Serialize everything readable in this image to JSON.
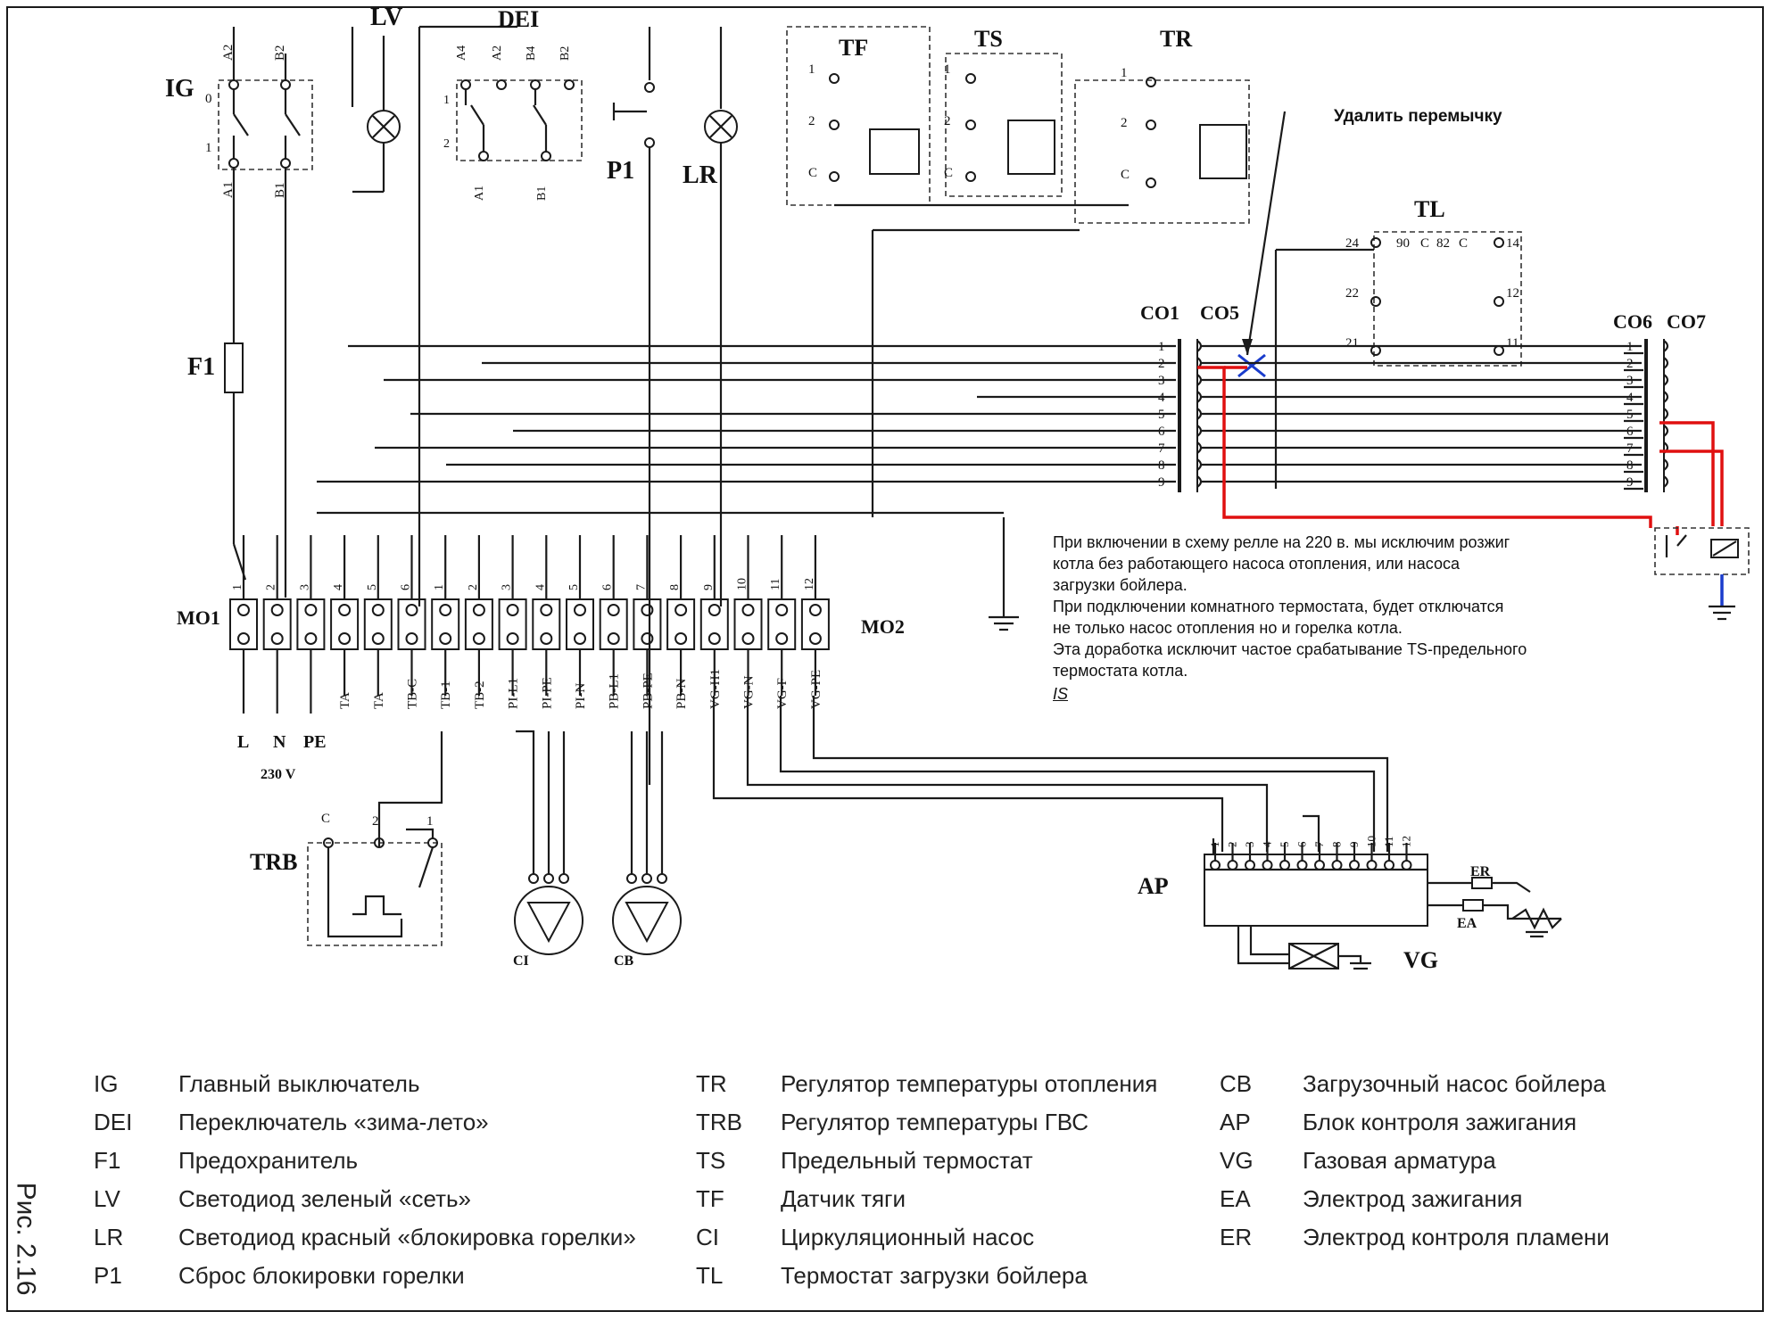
{
  "components": {
    "IG": "IG",
    "LV": "LV",
    "DEI": "DEI",
    "P1": "P1",
    "LR": "LR",
    "TF": "TF",
    "TS": "TS",
    "TR": "TR",
    "TL": "TL",
    "F1": "F1",
    "MO1": "MO1",
    "MO2": "MO2",
    "TRB": "TRB",
    "AP": "AP",
    "VG": "VG",
    "ER": "ER",
    "EA": "EA",
    "CI": "CI",
    "CB": "CB",
    "CO1": "CO1",
    "CO5": "CO5",
    "CO6": "CO6",
    "CO7": "CO7"
  },
  "ig_pins": [
    "A2",
    "B2",
    "A1",
    "B1",
    "0",
    "1"
  ],
  "dei_pins": [
    "A4",
    "A2",
    "B4",
    "B2",
    "A1",
    "B1",
    "1",
    "2"
  ],
  "thermostat_pins": [
    "1",
    "2",
    "C"
  ],
  "tl_pins": [
    "24",
    "90",
    "C",
    "82",
    "C",
    "14",
    "22",
    "12",
    "21",
    "11"
  ],
  "connector_pins": [
    "1",
    "2",
    "3",
    "4",
    "5",
    "6",
    "7",
    "8",
    "9"
  ],
  "terminal_numbers": [
    "1",
    "2",
    "3",
    "4",
    "5",
    "6",
    "7",
    "8",
    "9",
    "10",
    "11",
    "12"
  ],
  "terminal_labels": [
    "TA",
    "TA",
    "TB-C",
    "TB-1",
    "TB-2",
    "PI-L1",
    "PI-PE",
    "PI-N",
    "PB-L1",
    "PB-PE",
    "PB-N",
    "VG-H1",
    "VG-N",
    "VG-F",
    "VG-PE"
  ],
  "supply_labels": [
    "L",
    "N",
    "PE"
  ],
  "supply_voltage": "230 V",
  "trb_pins": [
    "C",
    "2",
    "1"
  ],
  "ap_pins": [
    "1",
    "2",
    "3",
    "4",
    "5",
    "6",
    "7",
    "8",
    "9",
    "10",
    "11",
    "12"
  ],
  "annotation_jumper": "Удалить перемычку",
  "note": {
    "lines": [
      "При включении в схему релле на 220 в. мы исключим розжиг",
      "котла без работающего насоса отопления, или насоса",
      "загрузки бойлера.",
      "При подключении комнатного термостата, будет отключатся",
      "не только насос отопления но и горелка котла.",
      "Эта доработка исключит частое срабатывание TS-предельного",
      "термостата котла."
    ],
    "signature": "IS"
  },
  "legend": [
    [
      {
        "code": "IG",
        "desc": "Главный выключатель"
      },
      {
        "code": "DEI",
        "desc": "Переключатель «зима-лето»"
      },
      {
        "code": "F1",
        "desc": "Предохранитель"
      },
      {
        "code": "LV",
        "desc": "Светодиод зеленый «сеть»"
      },
      {
        "code": "LR",
        "desc": "Светодиод красный «блокировка горелки»"
      },
      {
        "code": "P1",
        "desc": "Сброс блокировки горелки"
      }
    ],
    [
      {
        "code": "TR",
        "desc": "Регулятор температуры отопления"
      },
      {
        "code": "TRB",
        "desc": "Регулятор температуры ГВС"
      },
      {
        "code": "TS",
        "desc": "Предельный термостат"
      },
      {
        "code": "TF",
        "desc": "Датчик тяги"
      },
      {
        "code": "CI",
        "desc": "Циркуляционный насос"
      },
      {
        "code": "TL",
        "desc": "Термостат загрузки бойлера"
      }
    ],
    [
      {
        "code": "CB",
        "desc": "Загрузочный насос бойлера"
      },
      {
        "code": "AP",
        "desc": "Блок контроля зажигания"
      },
      {
        "code": "VG",
        "desc": "Газовая арматура"
      },
      {
        "code": "EA",
        "desc": "Электрод зажигания"
      },
      {
        "code": "ER",
        "desc": "Электрод контроля пламени"
      }
    ]
  ],
  "figure_caption": "Рис. 2.16",
  "colors": {
    "ink": "#1a1a1a",
    "added_wire": "#e01010",
    "ground_wire": "#1a3ccc"
  }
}
